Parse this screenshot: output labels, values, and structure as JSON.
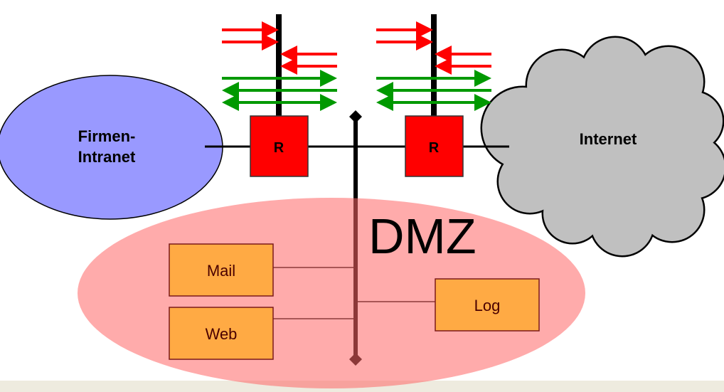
{
  "intranet": {
    "label_line1": "Firmen-",
    "label_line2": "Intranet",
    "color": "#9999ff"
  },
  "internet": {
    "label": "Internet",
    "color": "#c0c0c0"
  },
  "routers": [
    {
      "label": "R"
    },
    {
      "label": "R"
    }
  ],
  "dmz": {
    "label": "DMZ",
    "color": "#ff9999"
  },
  "servers": [
    {
      "label": "Mail"
    },
    {
      "label": "Web"
    },
    {
      "label": "Log"
    }
  ],
  "colors": {
    "blocked": "#ff0000",
    "allowed": "#009900",
    "router": "#ff0000",
    "server": "#ffaa44",
    "footer": "#eeebdf"
  }
}
